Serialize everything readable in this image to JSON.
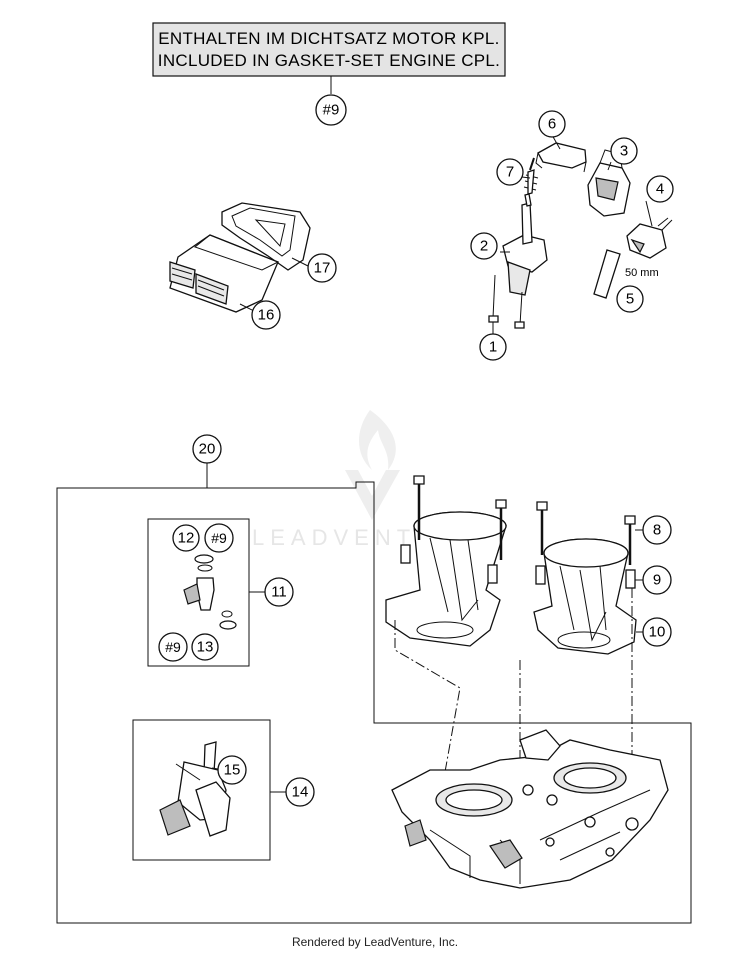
{
  "header_note": {
    "line1": "ENTHALTEN IM DICHTSATZ MOTOR KPL.",
    "line2": "INCLUDED IN GASKET-SET ENGINE CPL."
  },
  "callouts": {
    "c9_top": "#9",
    "c1": "1",
    "c2": "2",
    "c3": "3",
    "c4": "4",
    "c5": "5",
    "c6": "6",
    "c7": "7",
    "c8": "8",
    "c9": "9",
    "c10": "10",
    "c11": "11",
    "c12": "12",
    "c12_9": "#9",
    "c13_9": "#9",
    "c13": "13",
    "c14": "14",
    "c15": "15",
    "c16": "16",
    "c17": "17",
    "c20": "20"
  },
  "dimension_label": "50 mm",
  "watermark": "LEADVENTURE",
  "footer": "Rendered by LeadVenture, Inc."
}
